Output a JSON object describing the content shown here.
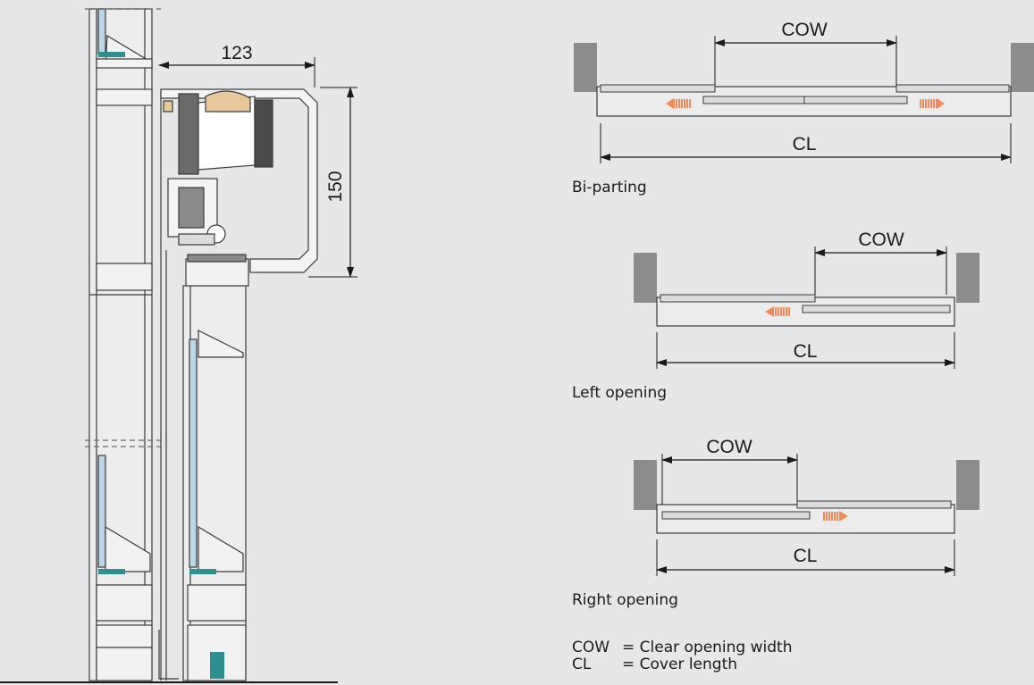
{
  "section_drawing": {
    "dim_width": "123",
    "dim_height": "150"
  },
  "diagrams": [
    {
      "caption": "Bi-parting",
      "cow_label": "COW",
      "cl_label": "CL"
    },
    {
      "caption": "Left opening",
      "cow_label": "COW",
      "cl_label": "CL"
    },
    {
      "caption": "Right opening",
      "cow_label": "COW",
      "cl_label": "CL"
    }
  ],
  "legend": [
    {
      "abbr": "COW",
      "definition": "= Clear opening width"
    },
    {
      "abbr": "CL",
      "definition": "= Cover length"
    }
  ],
  "colors": {
    "background": "#e6e7e8",
    "wall": "#8c8c8c",
    "glass": "#bcd8e8",
    "seal": "#2e8f8f",
    "arrow": "#f08a5a"
  }
}
